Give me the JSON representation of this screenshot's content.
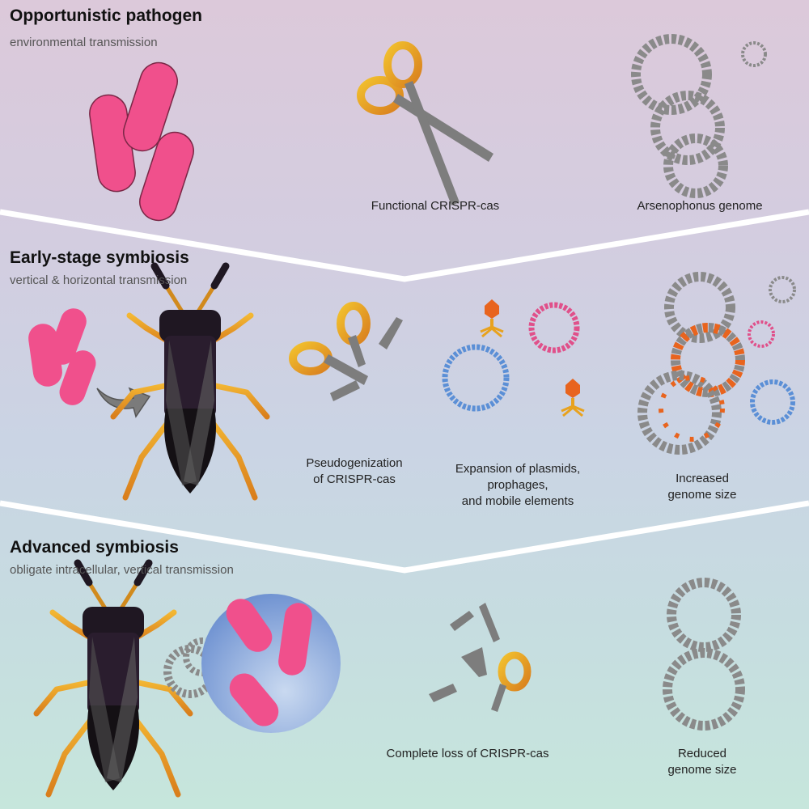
{
  "panels": [
    {
      "title": "Opportunistic pathogen",
      "subtitle": "environmental transmission",
      "captions": [
        "Functional CRISPR-cas",
        "Arsenophonus genome"
      ]
    },
    {
      "title": "Early-stage symbiosis",
      "subtitle": "vertical & horizontal transmission",
      "captions": [
        "Pseudogenization\nof CRISPR-cas",
        "Expansion of plasmids,\nprophages,\nand mobile elements",
        "Increased\ngenome size"
      ]
    },
    {
      "title": "Advanced symbiosis",
      "subtitle": "obligate intracellular, vertical transmission",
      "captions": [
        "Complete loss of CRISPR-cas",
        "Reduced\ngenome size"
      ]
    }
  ],
  "colors": {
    "bacterium": "#f0508c",
    "scissor_handle": "#e7a32b",
    "blade": "#7d7d7d",
    "genome": "#8a8a8a",
    "mobile_element": "#e8641e",
    "plasmid_pink": "#e0508a",
    "plasmid_blue": "#5b8fd6",
    "phage": "#e8a21e",
    "insect": "#1f1722",
    "leg": "#e6a125"
  },
  "icons": [
    "bacteria-icon",
    "scissors-icon",
    "broken-scissors-icon",
    "genome-icon",
    "plasmid-icon",
    "phage-icon",
    "wasp-icon",
    "arrow-icon",
    "cell-closeup-icon"
  ]
}
